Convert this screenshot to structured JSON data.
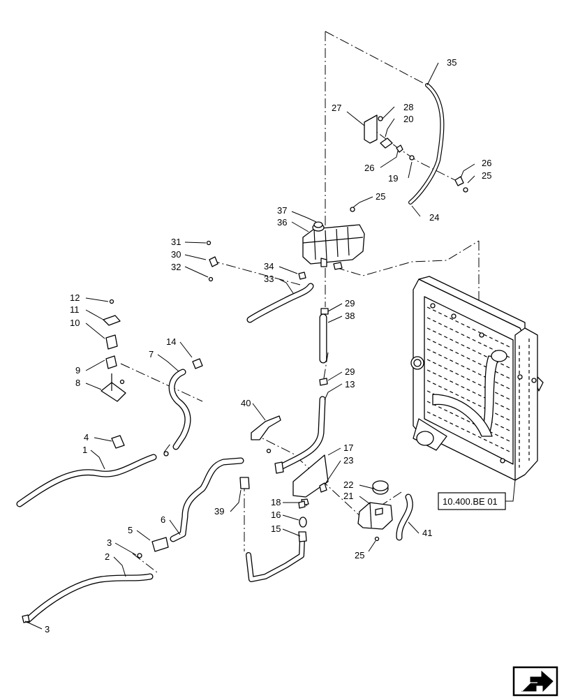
{
  "diagram": {
    "callouts": {
      "c1": "1",
      "c2": "2",
      "c3a": "3",
      "c3b": "3",
      "c4": "4",
      "c5": "5",
      "c6": "6",
      "c7": "7",
      "c8": "8",
      "c9": "9",
      "c10": "10",
      "c11": "11",
      "c12": "12",
      "c13": "13",
      "c14": "14",
      "c15": "15",
      "c16": "16",
      "c17": "17",
      "c18": "18",
      "c19": "19",
      "c20": "20",
      "c21": "21",
      "c22": "22",
      "c23": "23",
      "c24": "24",
      "c25a": "25",
      "c25b": "25",
      "c25c": "25",
      "c26a": "26",
      "c26b": "26",
      "c27": "27",
      "c28": "28",
      "c29a": "29",
      "c29b": "29",
      "c30": "30",
      "c31": "31",
      "c32": "32",
      "c33": "33",
      "c34": "34",
      "c35": "35",
      "c36": "36",
      "c37": "37",
      "c38": "38",
      "c39": "39",
      "c40": "40",
      "c41": "41"
    },
    "reference": "10.400.BE 01",
    "nav_icon": "arrow-next-icon"
  }
}
